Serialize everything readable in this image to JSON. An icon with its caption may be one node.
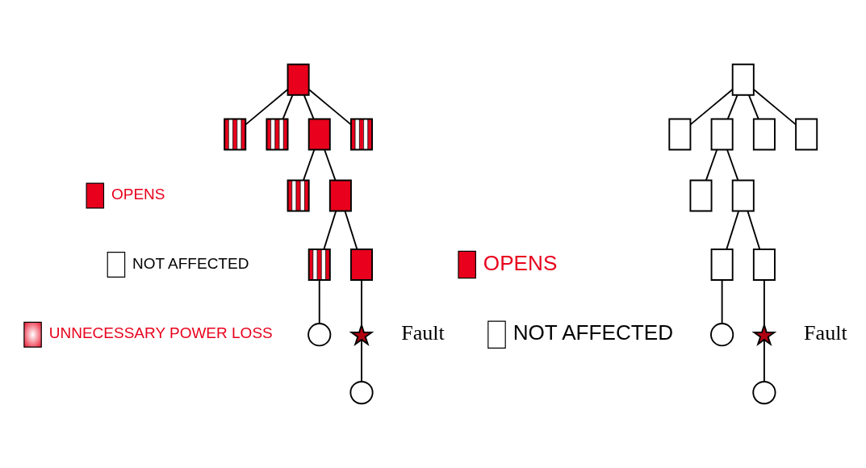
{
  "diagram": {
    "nodes": [
      {
        "text": [],
        "shape": "box"
      },
      {
        "text": [],
        "shape": "box"
      },
      {
        "text": [],
        "shape": "box"
      },
      {
        "text": [],
        "shape": "box"
      },
      {
        "text": [],
        "shape": "box"
      },
      {
        "text": [],
        "shape": "box"
      },
      {
        "text": [],
        "shape": "box"
      },
      {
        "text": [],
        "shape": "box"
      },
      {
        "text": [],
        "shape": "box"
      },
      {
        "text": [],
        "shape": "circle"
      },
      {
        "text": [],
        "shape": "star",
        "beside": [
          "Fault"
        ]
      },
      {
        "text": [],
        "shape": "circle"
      },
      {
        "text": [],
        "shape": "box"
      },
      {
        "text": [],
        "shape": "box"
      },
      {
        "text": [],
        "shape": "box"
      },
      {
        "text": [],
        "shape": "box"
      },
      {
        "text": [],
        "shape": "box"
      },
      {
        "text": [],
        "shape": "box"
      },
      {
        "text": [],
        "shape": "box"
      },
      {
        "text": [],
        "shape": "box"
      },
      {
        "text": [],
        "shape": "box"
      },
      {
        "text": [],
        "shape": "circle"
      },
      {
        "text": [],
        "shape": "star",
        "beside": [
          "Fault"
        ]
      },
      {
        "text": [],
        "shape": "circle"
      }
    ],
    "edges": [
      {
        "from": 0,
        "to": 1,
        "arrow": "none"
      },
      {
        "from": 0,
        "to": 2,
        "arrow": "none"
      },
      {
        "from": 0,
        "to": 3,
        "arrow": "none"
      },
      {
        "from": 0,
        "to": 4,
        "arrow": "none"
      },
      {
        "from": 3,
        "to": 5,
        "arrow": "none"
      },
      {
        "from": 3,
        "to": 6,
        "arrow": "none"
      },
      {
        "from": 6,
        "to": 7,
        "arrow": "none"
      },
      {
        "from": 6,
        "to": 8,
        "arrow": "none"
      },
      {
        "from": 7,
        "to": 9,
        "arrow": "none"
      },
      {
        "from": 8,
        "to": 10,
        "arrow": "none"
      },
      {
        "from": 10,
        "to": 11,
        "arrow": "none"
      },
      {
        "from": 12,
        "to": 13,
        "arrow": "none"
      },
      {
        "from": 12,
        "to": 14,
        "arrow": "none"
      },
      {
        "from": 12,
        "to": 15,
        "arrow": "none"
      },
      {
        "from": 12,
        "to": 16,
        "arrow": "none"
      },
      {
        "from": 14,
        "to": 17,
        "arrow": "none"
      },
      {
        "from": 14,
        "to": 18,
        "arrow": "none"
      },
      {
        "from": 18,
        "to": 19,
        "arrow": "none"
      },
      {
        "from": 18,
        "to": 20,
        "arrow": "none"
      },
      {
        "from": 19,
        "to": 21,
        "arrow": "none"
      },
      {
        "from": 20,
        "to": 22,
        "arrow": "none"
      },
      {
        "from": 22,
        "to": 23,
        "arrow": "none"
      }
    ],
    "legend": [
      {
        "text": "OPENS",
        "color": "#e8001c"
      },
      {
        "text": "NOT AFFECTED",
        "color": "#ffffff"
      },
      {
        "text": "UNNECESSARY POWER LOSS"
      },
      {
        "text": "OPENS",
        "color": "#e8001c"
      },
      {
        "text": "NOT AFFECTED",
        "color": "#ffffff"
      }
    ]
  }
}
